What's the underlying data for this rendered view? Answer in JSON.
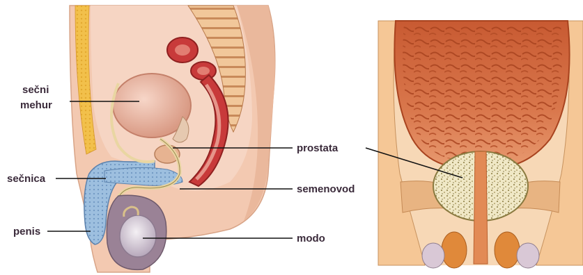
{
  "labels": {
    "secni_mehur_line1": "sečni",
    "secni_mehur_line2": "mehur",
    "secnica": "sečnica",
    "penis": "penis",
    "prostata": "prostata",
    "semenovod": "semenovod",
    "modo": "modo"
  },
  "colors": {
    "skin": "#f3c9b1",
    "skin_dark": "#e4a98c",
    "fat": "#f2c04b",
    "bladder": "#e8b5a0",
    "bladder_wall": "#c4806a",
    "rectum": "#c83a3a",
    "rectum_light": "#e27d72",
    "urethra_blue": "#8fb3d6",
    "prostate_fill": "#efe6c0",
    "prostate_dots": "#8a7a40",
    "bone_tan": "#f5c796",
    "leader_line": "#111111",
    "label_text": "#3a2a3a"
  }
}
